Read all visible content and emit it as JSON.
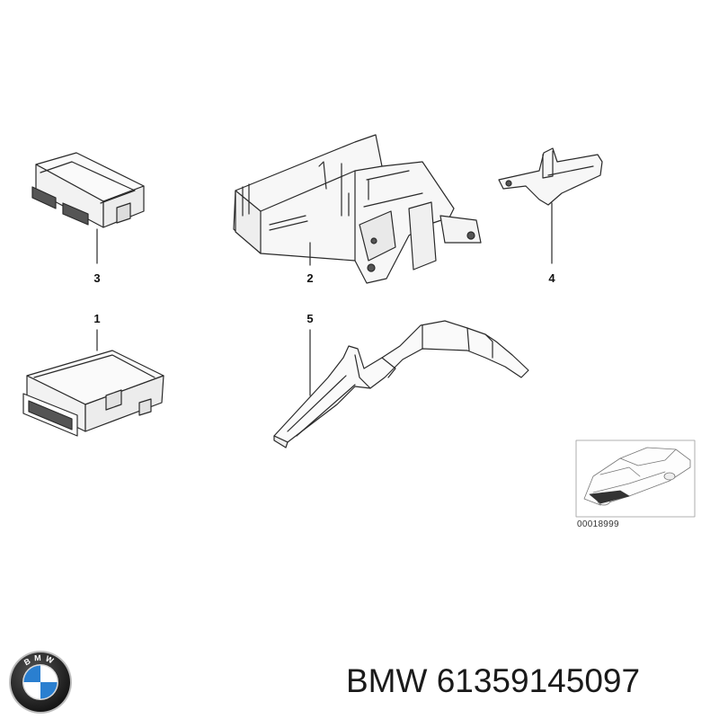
{
  "diagram": {
    "callouts": [
      {
        "id": "1",
        "label": "1"
      },
      {
        "id": "2",
        "label": "2"
      },
      {
        "id": "3",
        "label": "3"
      },
      {
        "id": "4",
        "label": "4"
      },
      {
        "id": "5",
        "label": "5"
      }
    ],
    "reference_code": "00018999"
  },
  "footer": {
    "brand_logo_text": "BMW",
    "part_title": "BMW 61359145097"
  },
  "icons": [
    "bmw-logo",
    "car-silhouette-thumbnail"
  ]
}
